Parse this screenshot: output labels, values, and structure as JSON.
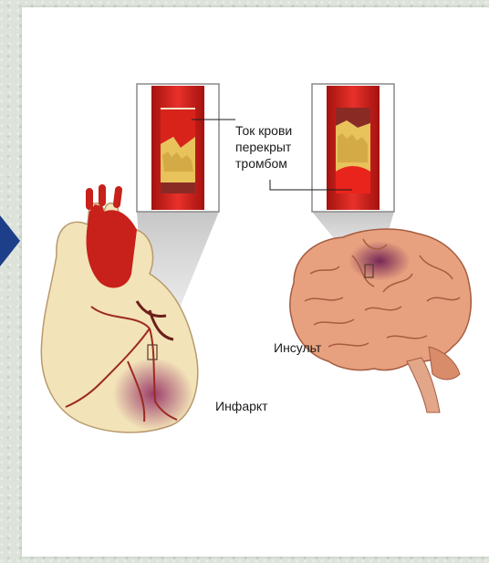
{
  "callout": {
    "lines": [
      "Ток крови",
      "перекрыт",
      "тромбом"
    ]
  },
  "labels": {
    "heart": "Инфаркт",
    "brain": "Инсульт"
  },
  "colors": {
    "artery": "#c8201a",
    "plaque": "#e8c25a",
    "heart_tissue": "#f3e3b8",
    "brain_tissue": "#e8a17f",
    "infarct_zone": "#8c1f5c",
    "nav_arrow": "#1d3f8a"
  },
  "icons": {
    "nav": "triangle-right-icon"
  }
}
